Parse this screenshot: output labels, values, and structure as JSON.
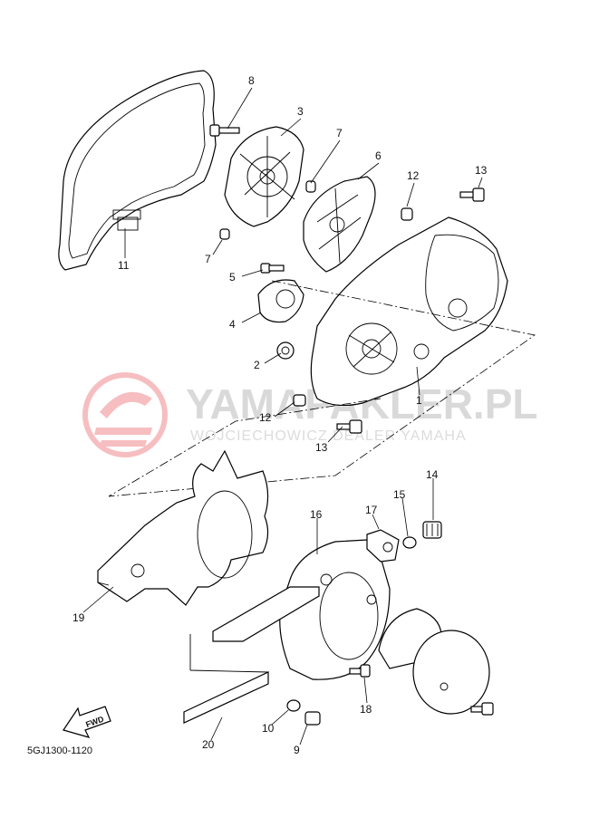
{
  "diagram_code": "5GJ1300-1120",
  "fwd_label": "FWD",
  "watermark": {
    "main": "YAMAPAKLER.PL",
    "sub": "WOJCIECHOWICZ DEALER YAMAHA",
    "brand_color": "#e8474c"
  },
  "callouts": {
    "c1": "1",
    "c2": "2",
    "c3": "3",
    "c4": "4",
    "c5": "5",
    "c6": "6",
    "c7a": "7",
    "c7b": "7",
    "c8": "8",
    "c9": "9",
    "c10": "10",
    "c11": "11",
    "c12a": "12",
    "c12b": "12",
    "c13a": "13",
    "c13b": "13",
    "c14": "14",
    "c15": "15",
    "c16": "16",
    "c17": "17",
    "c18": "18",
    "c19": "19",
    "c20": "20"
  }
}
